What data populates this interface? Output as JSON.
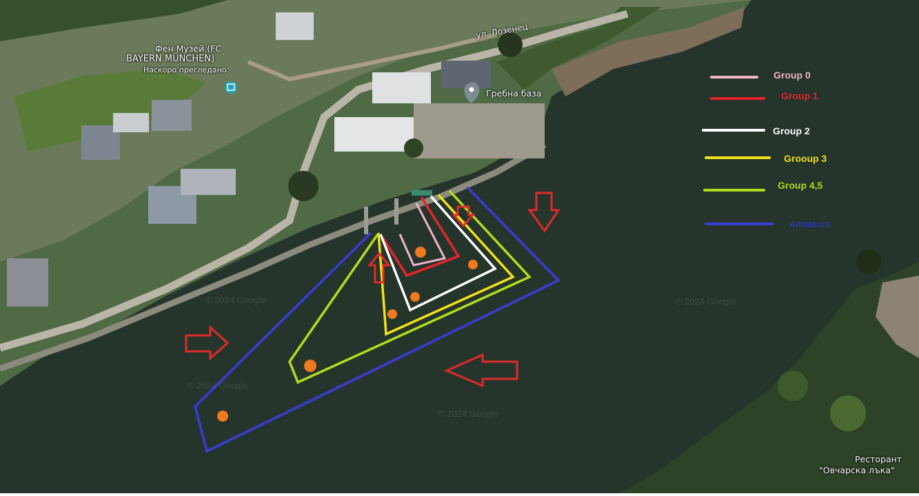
{
  "map": {
    "pois": {
      "museum_line1": "Фен Музей (FC",
      "museum_line2": "BAYERN MÜNCHEN)",
      "museum_line3": "Наскоро прегледано",
      "boat_base": "Гребна база",
      "street": "ул. Лозенец",
      "restaurant_line1": "Ресторант",
      "restaurant_line2": "\"Овчарска лъка\""
    },
    "watermark": "© 2024 Google"
  },
  "legend": {
    "items": [
      {
        "label": "Group 0",
        "color": "#f0b6c8"
      },
      {
        "label": "Group 1",
        "color": "#e8242c"
      },
      {
        "label": "Group 2",
        "color": "#ffffff"
      },
      {
        "label": "Grooup 3",
        "color": "#f2e21a"
      },
      {
        "label": "Group 4,5",
        "color": "#b4dc1e"
      },
      {
        "label": "Amateurs",
        "color": "#3b3bd6"
      }
    ]
  },
  "colors": {
    "water": "#26352c",
    "buoy": "#f07a1e",
    "arrow": "#e12a2a"
  }
}
